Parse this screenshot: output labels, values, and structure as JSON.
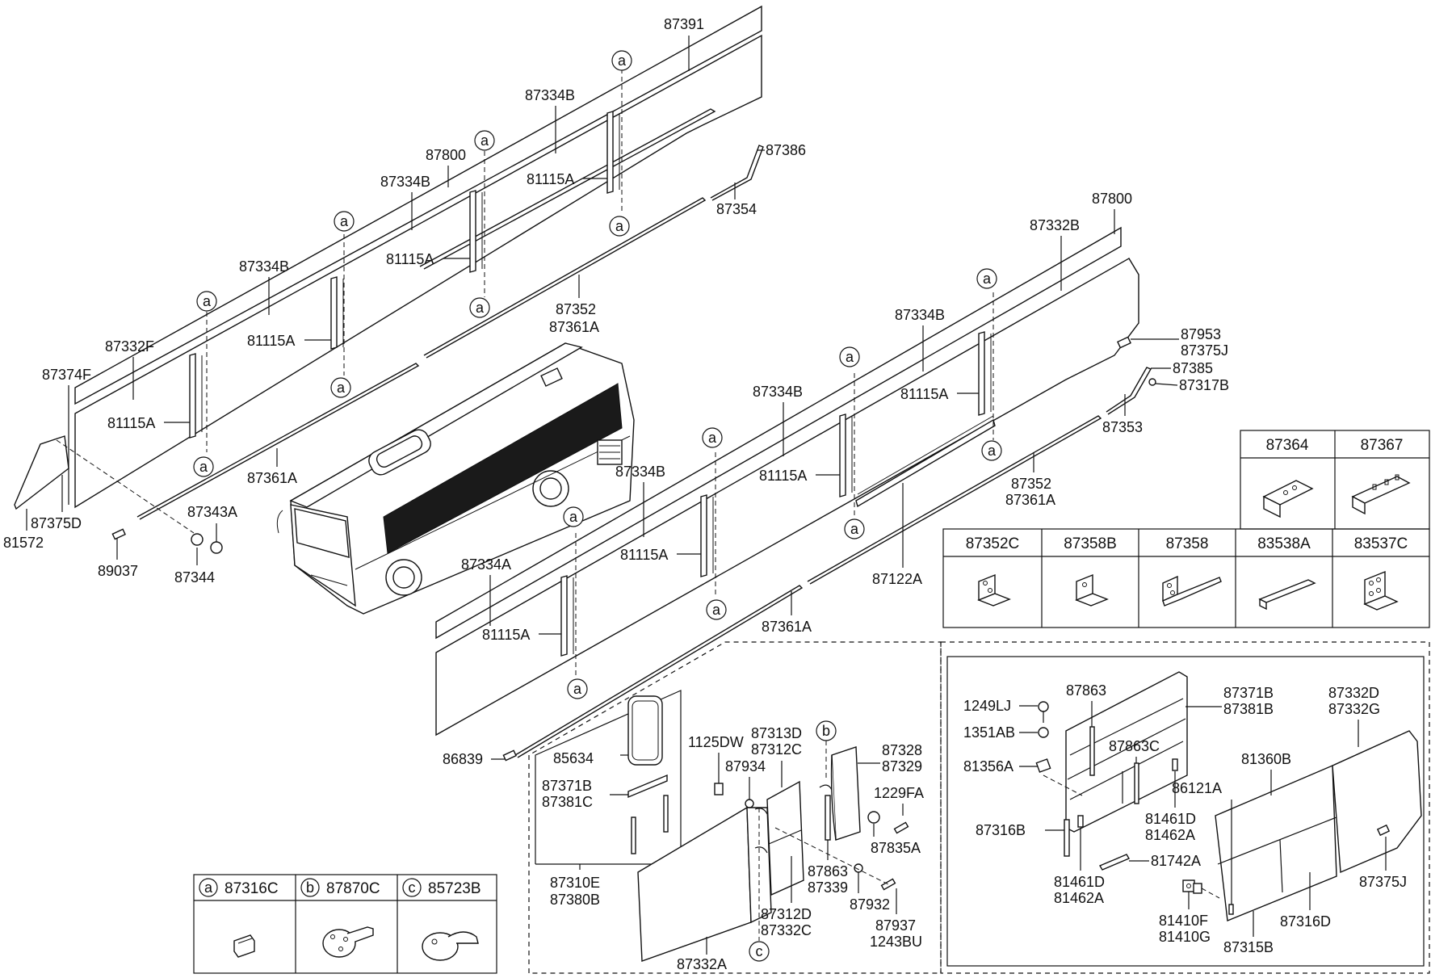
{
  "diagram": {
    "callout_letters": {
      "a": "a",
      "b": "b",
      "c": "c"
    },
    "labels": {
      "l87391": "87391",
      "l87334B_1": "87334B",
      "l87800_1": "87800",
      "l87334B_2": "87334B",
      "l87386": "87386",
      "l81115A_1": "81115A",
      "l87354": "87354",
      "l87334B_3": "87334B",
      "l81115A_2": "81115A",
      "l87800_2": "87800",
      "l87332B": "87332B",
      "l81115A_3": "81115A",
      "l87352_1": "87352",
      "l87361A_1": "87361A",
      "l87332F": "87332F",
      "l87374F": "87374F",
      "l81115A_4": "81115A",
      "l87334B_4": "87334B",
      "l87953": "87953",
      "l87375J_1": "87375J",
      "l87385": "87385",
      "l87317B": "87317B",
      "l87334B_5": "87334B",
      "l81115A_5": "81115A",
      "l87353": "87353",
      "l87361A_2": "87361A",
      "l87343A": "87343A",
      "l87375D": "87375D",
      "l81572": "81572",
      "l89037": "89037",
      "l87344": "87344",
      "l87334B_6": "87334B",
      "l81115A_6": "81115A",
      "l87352_2": "87352",
      "l87361A_3": "87361A",
      "l87334A": "87334A",
      "l81115A_7": "81115A",
      "l87122A": "87122A",
      "l81115A_8": "81115A",
      "l87361A_4": "87361A",
      "l86839": "86839",
      "l85634": "85634",
      "l87371B_1": "87371B",
      "l87381C": "87381C",
      "l87310E": "87310E",
      "l87380B": "87380B",
      "l1125DW": "1125DW",
      "l87934": "87934",
      "l87313D": "87313D",
      "l87312C": "87312C",
      "l87328": "87328",
      "l87329": "87329",
      "l1229FA": "1229FA",
      "l87835A": "87835A",
      "l87863_1": "87863",
      "l87339": "87339",
      "l87932": "87932",
      "l87937": "87937",
      "l1243BU": "1243BU",
      "l87312D": "87312D",
      "l87332C": "87332C",
      "l87332A": "87332A",
      "l1249LJ": "1249LJ",
      "l1351AB": "1351AB",
      "l81356A": "81356A",
      "l87316B": "87316B",
      "l87863_2": "87863",
      "l87863C": "87863C",
      "l87371B_2": "87371B",
      "l87381B": "87381B",
      "l87332D": "87332D",
      "l87332G": "87332G",
      "l81360B": "81360B",
      "l86121A": "86121A",
      "l81461D_1": "81461D",
      "l81462A_1": "81462A",
      "l81461D_2": "81461D",
      "l81462A_2": "81462A",
      "l81742A": "81742A",
      "l87375J_2": "87375J",
      "l81410F": "81410F",
      "l81410G": "81410G",
      "l87315B": "87315B",
      "l87316D": "87316D"
    },
    "parts_table_top": [
      "87364",
      "87367"
    ],
    "parts_table_mid": [
      "87352C",
      "87358B",
      "87358",
      "83538A",
      "83537C"
    ],
    "legend": [
      {
        "letter": "a",
        "part": "87316C"
      },
      {
        "letter": "b",
        "part": "87870C"
      },
      {
        "letter": "c",
        "part": "85723B"
      }
    ]
  }
}
